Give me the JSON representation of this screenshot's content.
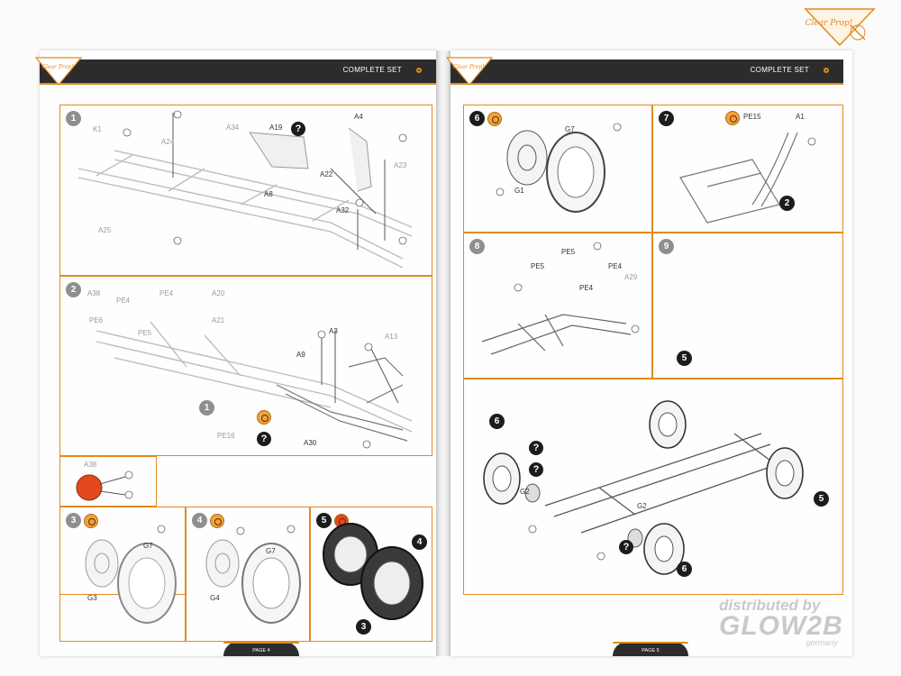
{
  "brand": {
    "logo_text": "Clear Prop!"
  },
  "left_page": {
    "header_title": "COMPLETE SET",
    "page_label": "PAGE 4",
    "steps": {
      "s1": {
        "number": "1",
        "labels": {
          "k1": "K1",
          "a24": "A24",
          "a34": "A34",
          "a19": "A19",
          "a4": "A4",
          "a23": "A23",
          "a22": "A22",
          "a8": "A8",
          "a32": "A32",
          "a25": "A25"
        }
      },
      "s2": {
        "number": "2",
        "labels": {
          "a38": "A38",
          "pe4a": "PE4",
          "pe4b": "PE4",
          "pe6": "PE6",
          "pe5": "PE5",
          "a20": "A20",
          "a21": "A21",
          "a3": "A3",
          "a9": "A9",
          "a13": "A13",
          "pe16": "PE16",
          "a30": "A30",
          "ref1": "1"
        }
      },
      "inset": {
        "a38": "A38"
      },
      "s3": {
        "number": "3",
        "labels": {
          "g7": "G7",
          "g3": "G3"
        }
      },
      "s4": {
        "number": "4",
        "labels": {
          "g7": "G7",
          "g4": "G4"
        }
      },
      "s5": {
        "number": "5",
        "labels": {
          "ref4": "4",
          "ref3": "3"
        }
      }
    }
  },
  "right_page": {
    "header_title": "COMPLETE SET",
    "page_label": "PAGE 5",
    "steps": {
      "s6": {
        "number": "6",
        "labels": {
          "g7": "G7",
          "g1": "G1"
        }
      },
      "s7": {
        "number": "7",
        "labels": {
          "pe15": "PE15",
          "a1": "A1",
          "ref2": "2"
        }
      },
      "s8": {
        "number": "8",
        "labels": {
          "pe5a": "PE5",
          "pe5b": "PE5",
          "pe4a": "PE4",
          "pe4b": "PE4",
          "a29": "A29"
        }
      },
      "s9": {
        "number": "9",
        "labels": {
          "ref5a": "5",
          "ref6a": "6",
          "g2a": "G2",
          "g2b": "G2",
          "ref5b": "5",
          "ref6b": "6"
        }
      }
    }
  },
  "watermark": {
    "line1": "distributed by",
    "line2": "GLOW2B",
    "line3": "germany"
  },
  "colors": {
    "accent": "#e38a1e",
    "header": "#2c2c2c",
    "paint_orange": "#f2a23a",
    "paint_red": "#e2491d"
  }
}
